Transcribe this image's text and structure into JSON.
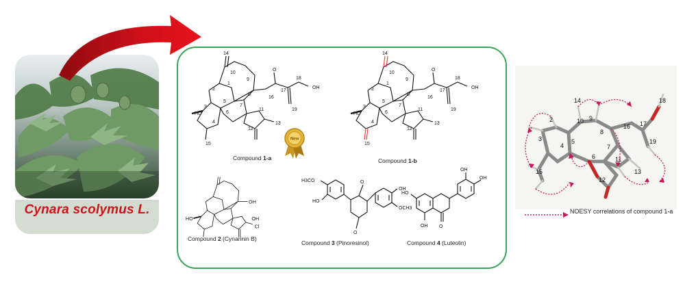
{
  "plant": {
    "label": "Cynara scolymus L."
  },
  "compounds": {
    "c1a": {
      "caption_prefix": "Compound ",
      "caption_bold": "1-a",
      "caption_suffix": ""
    },
    "c1b": {
      "caption_prefix": "Compound ",
      "caption_bold": "1-b",
      "caption_suffix": ""
    },
    "c2": {
      "caption_prefix": "Compound ",
      "caption_bold": "2",
      "caption_suffix": " (Cynarinin B)"
    },
    "c3": {
      "caption_prefix": "Compound ",
      "caption_bold": "3",
      "caption_suffix": " (Pinoresinol)"
    },
    "c4": {
      "caption_prefix": "Compound ",
      "caption_bold": "4",
      "caption_suffix": " (Luteolin)"
    }
  },
  "badge": {
    "text": "New"
  },
  "structure_labels": {
    "ho": "HO",
    "oh": "OH",
    "o": "O",
    "cl": "Cl",
    "och3": "OCH3",
    "h3co": "H3CO",
    "n1": "1",
    "n2": "2",
    "n3": "3",
    "n4": "4",
    "n5": "5",
    "n6": "6",
    "n7": "7",
    "n8": "8",
    "n9": "9",
    "n10": "10",
    "n11": "11",
    "n12": "12",
    "n13": "13",
    "n14": "14",
    "n15": "15",
    "n16": "16",
    "n17": "17",
    "n18": "18",
    "n19": "19"
  },
  "noesy": {
    "legend": "NOESY correlations of compound 1-a"
  },
  "colors": {
    "arrow": "#d0101a",
    "panel_border": "#3aa45a",
    "noesy": "#c2185b",
    "exo_red": "#e53935"
  }
}
